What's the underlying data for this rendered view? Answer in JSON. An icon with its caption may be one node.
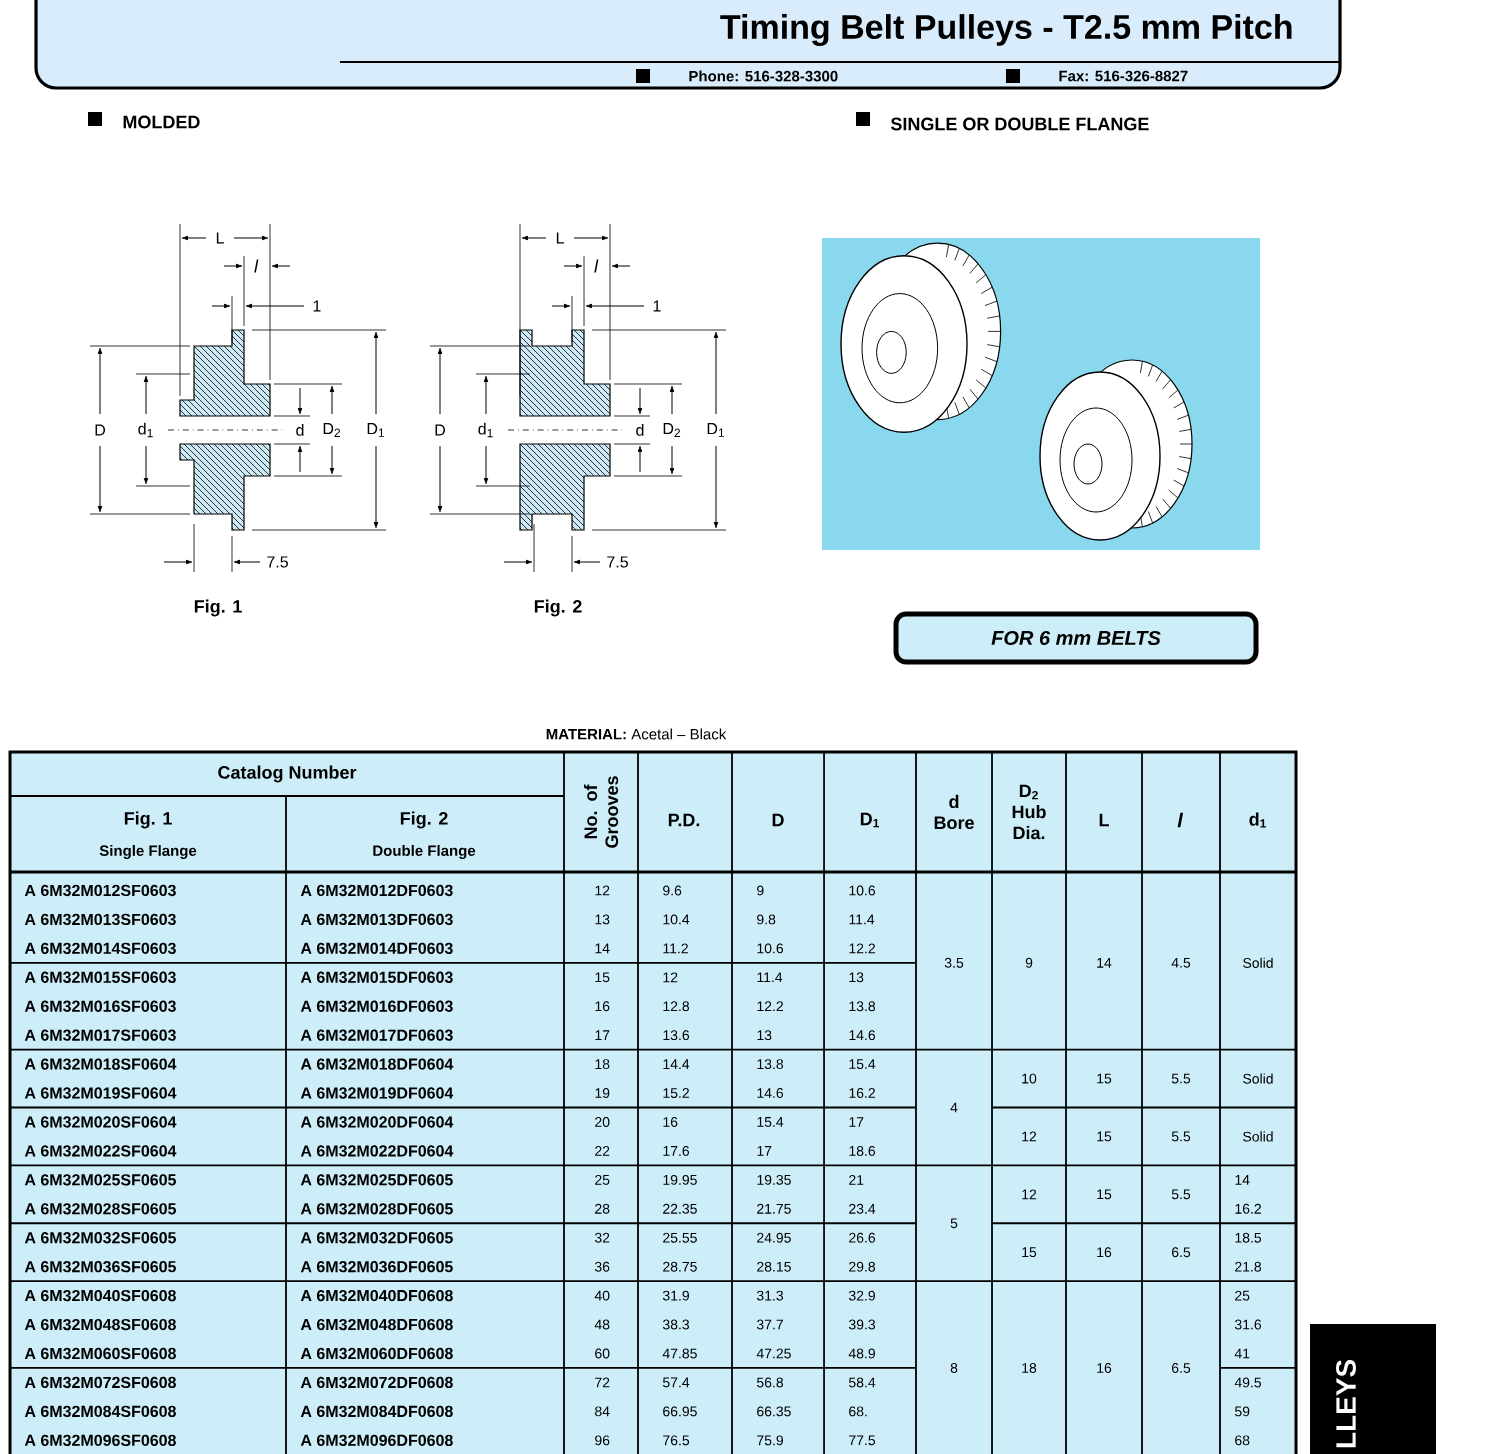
{
  "diagram": {
    "title": "Timing Belt Pulleys - T2.5 mm Pitch",
    "nodes": [
      {
        "text": [
          "FOR 6 mm BELTS"
        ]
      }
    ],
    "labels": [
      "Phone: 516-328-3300",
      "Fax: 516-326-8827",
      "MOLDED",
      "SINGLE OR DOUBLE FLANGE",
      "L",
      "l",
      "1",
      "D",
      "d$_{1}$",
      "d",
      "D$_{2}$",
      "D$_{1}$",
      "7.5",
      "L",
      "l",
      "1",
      "D",
      "d$_{1}$",
      "d",
      "D$_{2}$",
      "D$_{1}$",
      "7.5",
      "Fig. 1",
      "Fig. 2",
      "**MATERIAL:** Acetal – Black",
      "Catalog Number",
      "Fig. 1",
      "Single Flange",
      "Fig. 2",
      "Double Flange",
      "No. of Grooves",
      "P.D.",
      "D",
      "D$_{1}$",
      "d Bore",
      "D$_{2}$ Hub Dia.",
      "L",
      "l",
      "d$_{1}$",
      "A 6M32M012SF0603",
      "A 6M32M012DF0603",
      "12",
      "9.6",
      "9",
      "10.6",
      "3.5",
      "9",
      "14",
      "4.5",
      "Solid",
      "A 6M32M013SF0603",
      "A 6M32M013DF0603",
      "13",
      "10.4",
      "9.8",
      "11.4",
      "A 6M32M014SF0603",
      "A 6M32M014DF0603",
      "14",
      "11.2",
      "10.6",
      "12.2",
      "A 6M32M015SF0603",
      "A 6M32M015DF0603",
      "15",
      "12",
      "11.4",
      "13",
      "A 6M32M016SF0603",
      "A 6M32M016DF0603",
      "16",
      "12.8",
      "12.2",
      "13.8",
      "A 6M32M017SF0603",
      "A 6M32M017DF0603",
      "17",
      "13.6",
      "13",
      "14.6",
      "A 6M32M018SF0604",
      "A 6M32M018DF0604",
      "18",
      "14.4",
      "13.8",
      "15.4",
      "4",
      "10",
      "15",
      "5.5",
      "Solid",
      "A 6M32M019SF0604",
      "A 6M32M019DF0604",
      "19",
      "15.2",
      "14.6",
      "16.2",
      "A 6M32M020SF0604",
      "A 6M32M020DF0604",
      "20",
      "16",
      "15.4",
      "17",
      "12",
      "15",
      "5.5",
      "Solid",
      "A 6M32M022SF0604",
      "A 6M32M022DF0604",
      "22",
      "17.6",
      "17",
      "18.6",
      "A 6M32M025SF0605",
      "A 6M32M025DF0605",
      "25",
      "19.95",
      "19.35",
      "21",
      "5",
      "12",
      "15",
      "5.5",
      "14",
      "A 6M32M028SF0605",
      "A 6M32M028DF0605",
      "28",
      "22.35",
      "21.75",
      "23.4",
      "16.2",
      "A 6M32M032SF0605",
      "A 6M32M032DF0605",
      "32",
      "25.55",
      "24.95",
      "26.6",
      "15",
      "16",
      "6.5",
      "18.5",
      "A 6M32M036SF0605",
      "A 6M32M036DF0605",
      "36",
      "28.75",
      "28.15",
      "29.8",
      "21.8",
      "A 6M32M040SF0608",
      "A 6M32M040DF0608",
      "40",
      "31.9",
      "31.3",
      "32.9",
      "8",
      "18",
      "16",
      "6.5",
      "25",
      "A 6M32M048SF0608",
      "A 6M32M048DF0608",
      "48",
      "38.3",
      "37.7",
      "39.3",
      "31.6",
      "A 6M32M060SF0608",
      "A 6M32M060DF0608",
      "60",
      "47.85",
      "47.25",
      "48.9",
      "41",
      "A 6M32M072SF0608",
      "A 6M32M072DF0608",
      "72",
      "57.4",
      "56.8",
      "58.4",
      "49.5",
      "A 6M32M084SF0608",
      "A 6M32M084DF0608",
      "84",
      "66.95",
      "66.35",
      "68.",
      "59",
      "A 6M32M096SF0608",
      "A 6M32M096DF0608",
      "96",
      "76.5",
      "75.9",
      "77.5",
      "68",
      "LLEYS"
    ]
  }
}
